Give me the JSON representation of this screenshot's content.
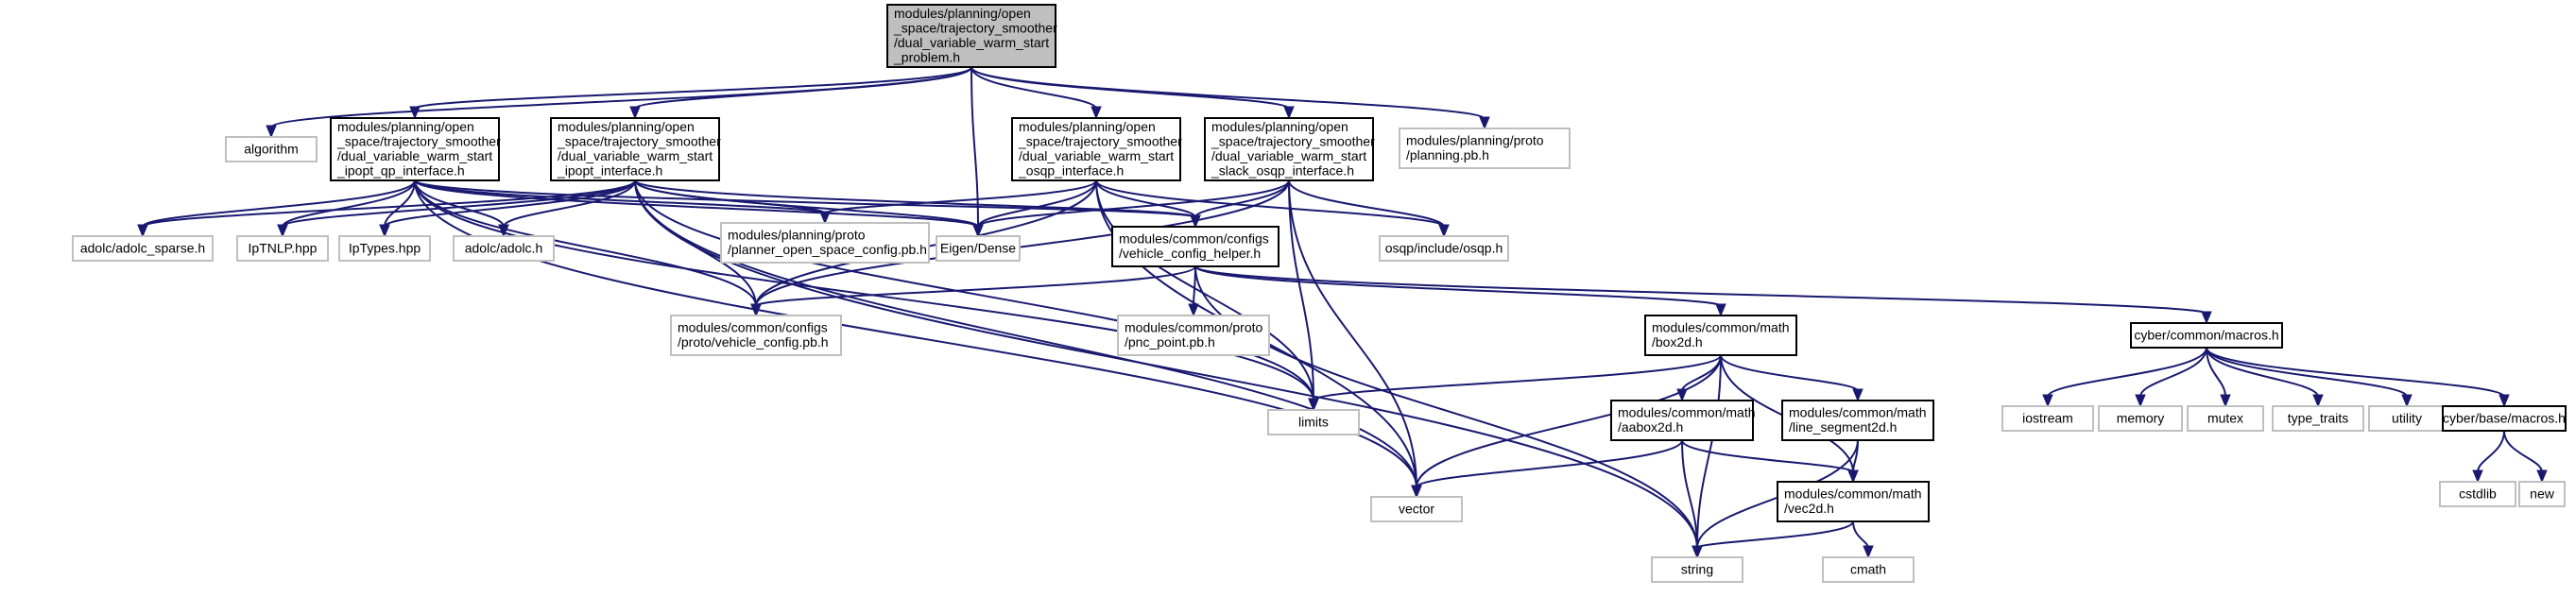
{
  "diagram": {
    "nodes": [
      {
        "id": "root",
        "lines": [
          "modules/planning/open",
          "_space/trajectory_smoother",
          "/dual_variable_warm_start",
          "_problem.h"
        ],
        "style": "root"
      },
      {
        "id": "algorithm",
        "lines": [
          "algorithm"
        ],
        "style": "ext"
      },
      {
        "id": "ipopt_qp",
        "lines": [
          "modules/planning/open",
          "_space/trajectory_smoother",
          "/dual_variable_warm_start",
          "_ipopt_qp_interface.h"
        ],
        "style": "doc"
      },
      {
        "id": "ipopt",
        "lines": [
          "modules/planning/open",
          "_space/trajectory_smoother",
          "/dual_variable_warm_start",
          "_ipopt_interface.h"
        ],
        "style": "doc"
      },
      {
        "id": "eigen",
        "lines": [
          "Eigen/Dense"
        ],
        "style": "ext"
      },
      {
        "id": "osqp_if",
        "lines": [
          "modules/planning/open",
          "_space/trajectory_smoother",
          "/dual_variable_warm_start",
          "_osqp_interface.h"
        ],
        "style": "doc"
      },
      {
        "id": "slack",
        "lines": [
          "modules/planning/open",
          "_space/trajectory_smoother",
          "/dual_variable_warm_start",
          "_slack_osqp_interface.h"
        ],
        "style": "doc"
      },
      {
        "id": "planning_pb",
        "lines": [
          "modules/planning/proto",
          "/planning.pb.h"
        ],
        "style": "ext"
      },
      {
        "id": "adolc_sparse",
        "lines": [
          "adolc/adolc_sparse.h"
        ],
        "style": "ext"
      },
      {
        "id": "iptnlp",
        "lines": [
          "IpTNLP.hpp"
        ],
        "style": "ext"
      },
      {
        "id": "iptypes",
        "lines": [
          "IpTypes.hpp"
        ],
        "style": "ext"
      },
      {
        "id": "adolc",
        "lines": [
          "adolc/adolc.h"
        ],
        "style": "ext"
      },
      {
        "id": "planner_cfg",
        "lines": [
          "modules/planning/proto",
          "/planner_open_space_config.pb.h"
        ],
        "style": "ext"
      },
      {
        "id": "vch",
        "lines": [
          "modules/common/configs",
          "/vehicle_config_helper.h"
        ],
        "style": "doc"
      },
      {
        "id": "osqp",
        "lines": [
          "osqp/include/osqp.h"
        ],
        "style": "ext"
      },
      {
        "id": "vcfg",
        "lines": [
          "modules/common/configs",
          "/proto/vehicle_config.pb.h"
        ],
        "style": "ext"
      },
      {
        "id": "pnc",
        "lines": [
          "modules/common/proto",
          "/pnc_point.pb.h"
        ],
        "style": "ext"
      },
      {
        "id": "macros",
        "lines": [
          "cyber/common/macros.h"
        ],
        "style": "doc"
      },
      {
        "id": "box2d",
        "lines": [
          "modules/common/math",
          "/box2d.h"
        ],
        "style": "doc"
      },
      {
        "id": "limits",
        "lines": [
          "limits"
        ],
        "style": "ext"
      },
      {
        "id": "aabox",
        "lines": [
          "modules/common/math",
          "/aabox2d.h"
        ],
        "style": "doc"
      },
      {
        "id": "lineseg",
        "lines": [
          "modules/common/math",
          "/line_segment2d.h"
        ],
        "style": "doc"
      },
      {
        "id": "vector",
        "lines": [
          "vector"
        ],
        "style": "ext"
      },
      {
        "id": "vec2d",
        "lines": [
          "modules/common/math",
          "/vec2d.h"
        ],
        "style": "doc"
      },
      {
        "id": "string",
        "lines": [
          "string"
        ],
        "style": "ext"
      },
      {
        "id": "cmath",
        "lines": [
          "cmath"
        ],
        "style": "ext"
      },
      {
        "id": "iostream",
        "lines": [
          "iostream"
        ],
        "style": "ext"
      },
      {
        "id": "memory",
        "lines": [
          "memory"
        ],
        "style": "ext"
      },
      {
        "id": "mutex",
        "lines": [
          "mutex"
        ],
        "style": "ext"
      },
      {
        "id": "type_traits",
        "lines": [
          "type_traits"
        ],
        "style": "ext"
      },
      {
        "id": "utility",
        "lines": [
          "utility"
        ],
        "style": "ext"
      },
      {
        "id": "base_macros",
        "lines": [
          "cyber/base/macros.h"
        ],
        "style": "doc"
      },
      {
        "id": "cstdlib",
        "lines": [
          "cstdlib"
        ],
        "style": "ext"
      },
      {
        "id": "new",
        "lines": [
          "new"
        ],
        "style": "ext"
      }
    ],
    "edges": [
      [
        "root",
        "algorithm"
      ],
      [
        "root",
        "ipopt_qp"
      ],
      [
        "root",
        "ipopt"
      ],
      [
        "root",
        "eigen"
      ],
      [
        "root",
        "osqp_if"
      ],
      [
        "root",
        "slack"
      ],
      [
        "root",
        "planning_pb"
      ],
      [
        "ipopt_qp",
        "adolc_sparse"
      ],
      [
        "ipopt_qp",
        "iptnlp"
      ],
      [
        "ipopt_qp",
        "iptypes"
      ],
      [
        "ipopt_qp",
        "adolc"
      ],
      [
        "ipopt_qp",
        "planner_cfg"
      ],
      [
        "ipopt_qp",
        "eigen"
      ],
      [
        "ipopt_qp",
        "vch"
      ],
      [
        "ipopt_qp",
        "vcfg"
      ],
      [
        "ipopt_qp",
        "limits"
      ],
      [
        "ipopt_qp",
        "vector"
      ],
      [
        "ipopt",
        "adolc_sparse"
      ],
      [
        "ipopt",
        "iptnlp"
      ],
      [
        "ipopt",
        "iptypes"
      ],
      [
        "ipopt",
        "adolc"
      ],
      [
        "ipopt",
        "planner_cfg"
      ],
      [
        "ipopt",
        "eigen"
      ],
      [
        "ipopt",
        "vch"
      ],
      [
        "ipopt",
        "vcfg"
      ],
      [
        "ipopt",
        "limits"
      ],
      [
        "ipopt",
        "vector"
      ],
      [
        "ipopt",
        "string"
      ],
      [
        "osqp_if",
        "planner_cfg"
      ],
      [
        "osqp_if",
        "eigen"
      ],
      [
        "osqp_if",
        "vch"
      ],
      [
        "osqp_if",
        "osqp"
      ],
      [
        "osqp_if",
        "vcfg"
      ],
      [
        "osqp_if",
        "limits"
      ],
      [
        "osqp_if",
        "vector"
      ],
      [
        "slack",
        "eigen"
      ],
      [
        "slack",
        "vch"
      ],
      [
        "slack",
        "osqp"
      ],
      [
        "slack",
        "vcfg"
      ],
      [
        "slack",
        "limits"
      ],
      [
        "slack",
        "vector"
      ],
      [
        "vch",
        "vcfg"
      ],
      [
        "vch",
        "pnc"
      ],
      [
        "vch",
        "macros"
      ],
      [
        "vch",
        "box2d"
      ],
      [
        "vch",
        "string"
      ],
      [
        "box2d",
        "limits"
      ],
      [
        "box2d",
        "aabox"
      ],
      [
        "box2d",
        "lineseg"
      ],
      [
        "box2d",
        "vector"
      ],
      [
        "box2d",
        "vec2d"
      ],
      [
        "box2d",
        "string"
      ],
      [
        "aabox",
        "vector"
      ],
      [
        "aabox",
        "vec2d"
      ],
      [
        "aabox",
        "string"
      ],
      [
        "lineseg",
        "vec2d"
      ],
      [
        "lineseg",
        "string"
      ],
      [
        "vec2d",
        "string"
      ],
      [
        "vec2d",
        "cmath"
      ],
      [
        "macros",
        "iostream"
      ],
      [
        "macros",
        "memory"
      ],
      [
        "macros",
        "mutex"
      ],
      [
        "macros",
        "type_traits"
      ],
      [
        "macros",
        "utility"
      ],
      [
        "macros",
        "base_macros"
      ],
      [
        "base_macros",
        "cstdlib"
      ],
      [
        "base_macros",
        "new"
      ]
    ]
  }
}
